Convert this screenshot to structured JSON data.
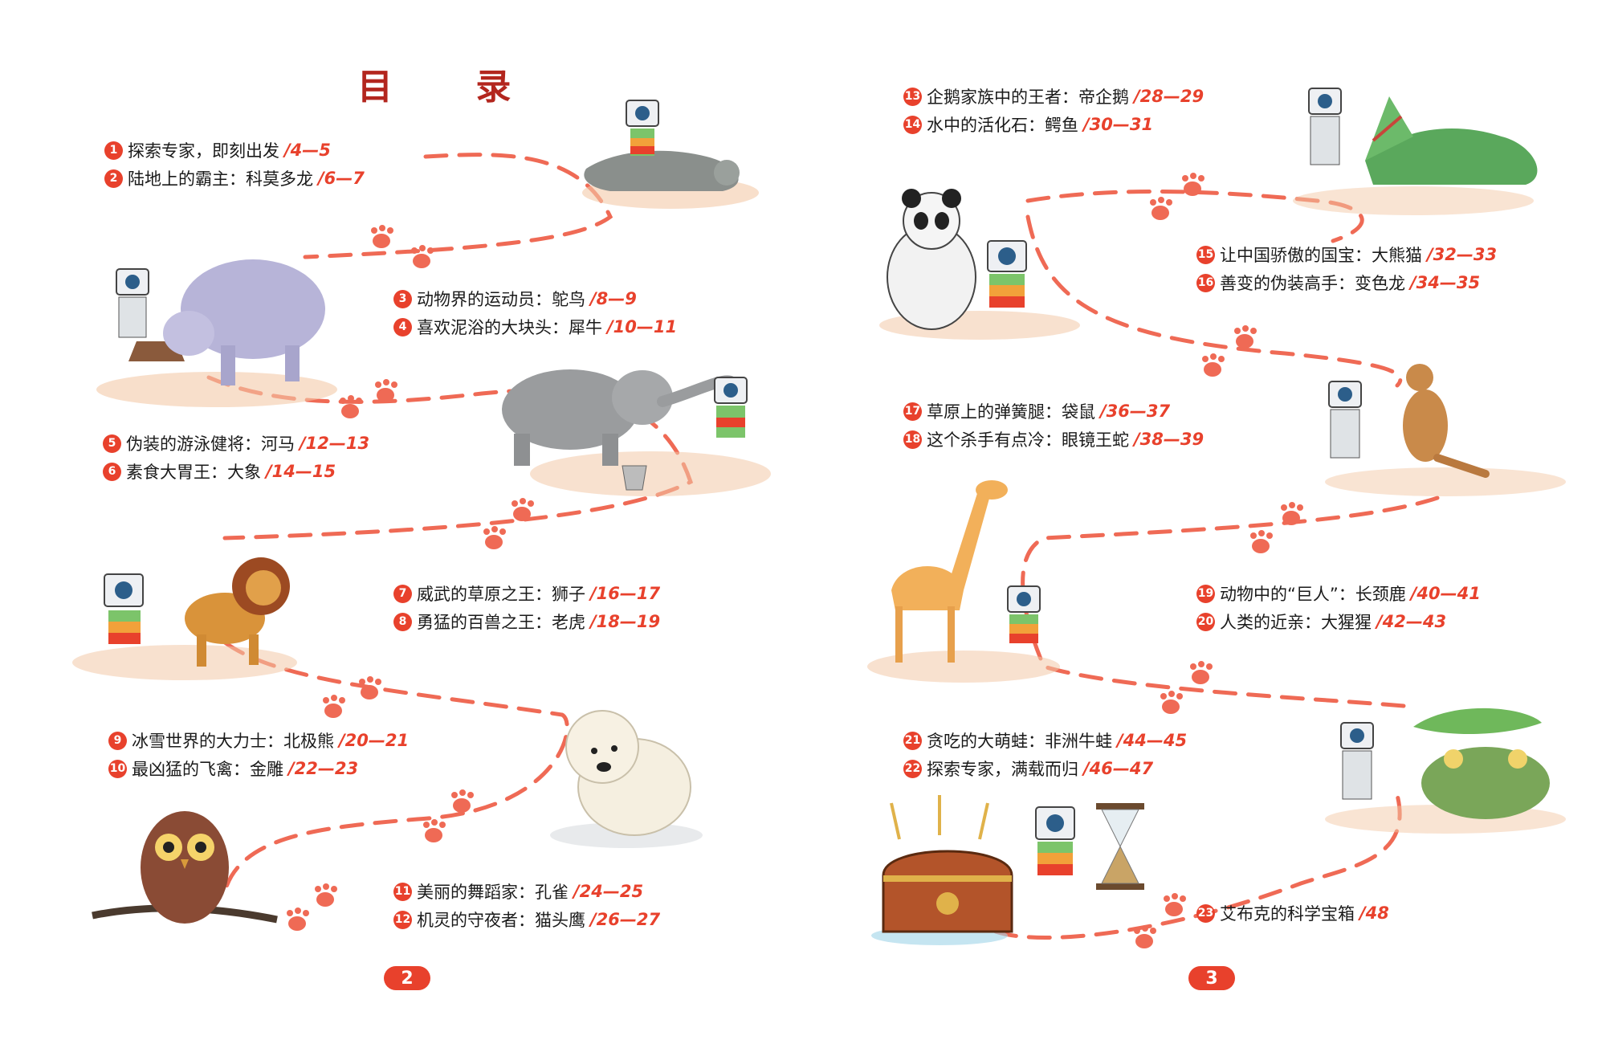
{
  "title": "目 录",
  "colors": {
    "accent": "#e8412c",
    "title": "#b3261e",
    "trail": "#ef6a55",
    "text": "#1a1a1a"
  },
  "entries": [
    {
      "num": "1",
      "text": "探索专家，即刻出发",
      "page": "/4—5"
    },
    {
      "num": "2",
      "text": "陆地上的霸主：科莫多龙",
      "page": "/6—7"
    },
    {
      "num": "3",
      "text": "动物界的运动员：鸵鸟",
      "page": "/8—9"
    },
    {
      "num": "4",
      "text": "喜欢泥浴的大块头：犀牛",
      "page": "/10—11"
    },
    {
      "num": "5",
      "text": "伪装的游泳健将：河马",
      "page": "/12—13"
    },
    {
      "num": "6",
      "text": "素食大胃王：大象",
      "page": "/14—15"
    },
    {
      "num": "7",
      "text": "威武的草原之王：狮子",
      "page": "/16—17"
    },
    {
      "num": "8",
      "text": "勇猛的百兽之王：老虎",
      "page": "/18—19"
    },
    {
      "num": "9",
      "text": "冰雪世界的大力士：北极熊",
      "page": "/20—21"
    },
    {
      "num": "10",
      "text": "最凶猛的飞禽：金雕",
      "page": "/22—23"
    },
    {
      "num": "11",
      "text": "美丽的舞蹈家：孔雀",
      "page": "/24—25"
    },
    {
      "num": "12",
      "text": "机灵的守夜者：猫头鹰",
      "page": "/26—27"
    },
    {
      "num": "13",
      "text": "企鹅家族中的王者：帝企鹅",
      "page": "/28—29"
    },
    {
      "num": "14",
      "text": "水中的活化石：鳄鱼",
      "page": "/30—31"
    },
    {
      "num": "15",
      "text": "让中国骄傲的国宝：大熊猫",
      "page": "/32—33"
    },
    {
      "num": "16",
      "text": "善变的伪装高手：变色龙",
      "page": "/34—35"
    },
    {
      "num": "17",
      "text": "草原上的弹簧腿：袋鼠",
      "page": "/36—37"
    },
    {
      "num": "18",
      "text": "这个杀手有点冷：眼镜王蛇",
      "page": "/38—39"
    },
    {
      "num": "19",
      "text": "动物中的“巨人”：长颈鹿",
      "page": "/40—41"
    },
    {
      "num": "20",
      "text": "人类的近亲：大猩猩",
      "page": "/42—43"
    },
    {
      "num": "21",
      "text": "贪吃的大萌蛙：非洲牛蛙",
      "page": "/44—45"
    },
    {
      "num": "22",
      "text": "探索专家，满载而归",
      "page": "/46—47"
    },
    {
      "num": "23",
      "text": "艾布克的科学宝箱",
      "page": "/48"
    }
  ],
  "page_numbers": {
    "left": "2",
    "right": "3"
  }
}
